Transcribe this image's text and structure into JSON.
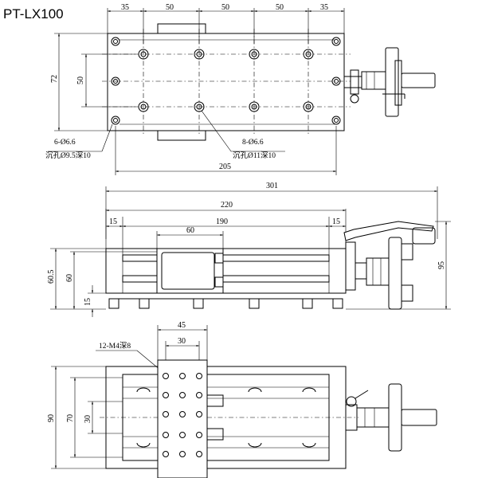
{
  "title": "PT-LX100",
  "top_view": {
    "dims_top": [
      "35",
      "50",
      "50",
      "50",
      "35"
    ],
    "dim_height_outer": "72",
    "dim_height_inner": "50",
    "note_left_1": "6-Ø6.6",
    "note_left_2": "沉孔Ø9.5深10",
    "note_right_1": "8-Ø6.6",
    "note_right_2": "沉孔Ø11深10",
    "dim_length": "205"
  },
  "side_view": {
    "dim_overall": "301",
    "dim_base": "220",
    "dim_end_left": "15",
    "dim_travel": "190",
    "dim_end_right": "15",
    "dim_carriage": "60",
    "dim_height_60_5": "60.5",
    "dim_height_60": "60",
    "dim_height_15": "15",
    "dim_height_95": "95"
  },
  "front_view": {
    "dim_table_width": "45",
    "dim_hole_pitch": "30",
    "note_holes": "12-M4深8",
    "dim_height_90": "90",
    "dim_height_70": "70",
    "dim_height_30": "30"
  }
}
